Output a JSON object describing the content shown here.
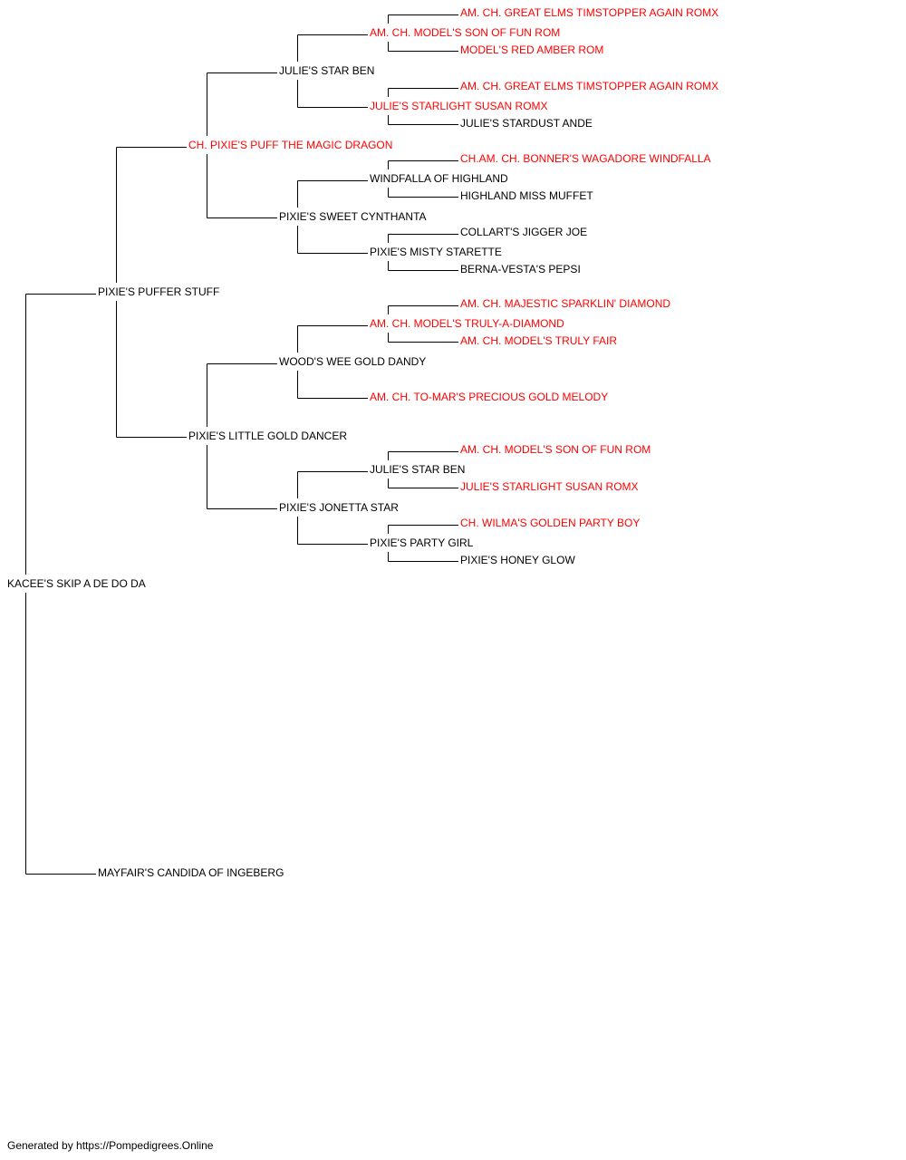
{
  "colors": {
    "champion": "#ff0000",
    "regular": "#000000",
    "line": "#000000"
  },
  "pedigree": {
    "name": "KACEE'S SKIP A DE DO DA",
    "champion": false,
    "sire": {
      "name": "PIXIE'S PUFFER STUFF",
      "champion": false,
      "sire": {
        "name": "CH. PIXIE'S PUFF THE MAGIC DRAGON",
        "champion": true,
        "sire": {
          "name": "JULIE'S STAR BEN",
          "champion": false,
          "sire": {
            "name": "AM. CH. MODEL'S SON OF FUN ROM",
            "champion": true,
            "sire": {
              "name": "AM. CH. GREAT ELMS TIMSTOPPER AGAIN ROMX",
              "champion": true
            },
            "dam": {
              "name": "MODEL'S RED AMBER ROM",
              "champion": true
            }
          },
          "dam": {
            "name": "JULIE'S STARLIGHT SUSAN ROMX",
            "champion": true,
            "sire": {
              "name": "AM. CH. GREAT ELMS TIMSTOPPER AGAIN ROMX",
              "champion": true
            },
            "dam": {
              "name": "JULIE'S STARDUST ANDE",
              "champion": false
            }
          }
        },
        "dam": {
          "name": "PIXIE'S SWEET CYNTHANTA",
          "champion": false,
          "sire": {
            "name": "WINDFALLA OF HIGHLAND",
            "champion": false,
            "sire": {
              "name": "CH.AM. CH. BONNER'S WAGADORE WINDFALLA",
              "champion": true
            },
            "dam": {
              "name": "HIGHLAND MISS MUFFET",
              "champion": false
            }
          },
          "dam": {
            "name": "PIXIE'S MISTY STARETTE",
            "champion": false,
            "sire": {
              "name": "COLLART'S JIGGER JOE",
              "champion": false
            },
            "dam": {
              "name": "BERNA-VESTA'S PEPSI",
              "champion": false
            }
          }
        }
      },
      "dam": {
        "name": "PIXIE'S LITTLE GOLD DANCER",
        "champion": false,
        "sire": {
          "name": "WOOD'S WEE GOLD DANDY",
          "champion": false,
          "sire": {
            "name": "AM. CH. MODEL'S TRULY-A-DIAMOND",
            "champion": true,
            "sire": {
              "name": "AM. CH. MAJESTIC SPARKLIN' DIAMOND",
              "champion": true
            },
            "dam": {
              "name": "AM. CH. MODEL'S TRULY FAIR",
              "champion": true
            }
          },
          "dam": {
            "name": "AM. CH. TO-MAR'S PRECIOUS GOLD MELODY",
            "champion": true
          }
        },
        "dam": {
          "name": "PIXIE'S JONETTA STAR",
          "champion": false,
          "sire": {
            "name": "JULIE'S STAR BEN",
            "champion": false,
            "sire": {
              "name": "AM. CH. MODEL'S SON OF FUN ROM",
              "champion": true
            },
            "dam": {
              "name": "JULIE'S STARLIGHT SUSAN ROMX",
              "champion": true
            }
          },
          "dam": {
            "name": "PIXIE'S PARTY GIRL",
            "champion": false,
            "sire": {
              "name": "CH. WILMA'S GOLDEN PARTY BOY",
              "champion": true
            },
            "dam": {
              "name": "PIXIE'S HONEY GLOW",
              "champion": false
            }
          }
        }
      }
    },
    "dam": {
      "name": "MAYFAIR'S CANDIDA OF INGEBERG",
      "champion": false
    }
  },
  "footer": "Generated by https://Pompedigrees.Online"
}
